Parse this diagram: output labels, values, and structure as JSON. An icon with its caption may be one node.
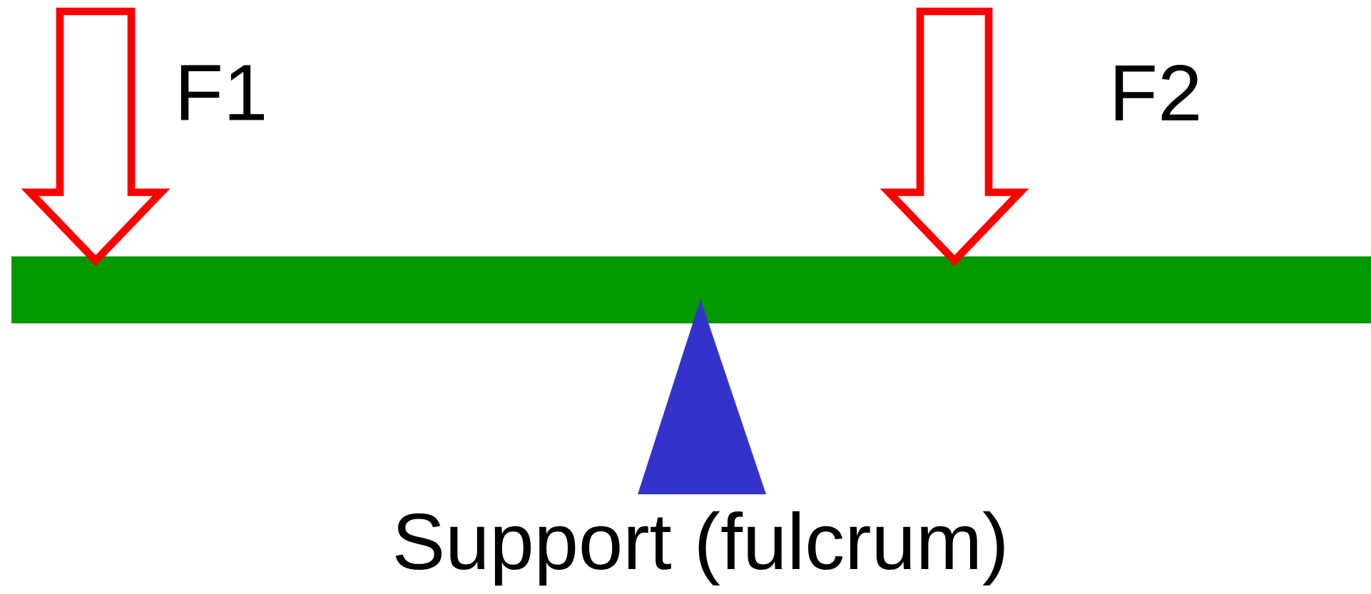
{
  "diagram": {
    "labels": [
      "F1",
      "F2",
      "Support (fulcrum)"
    ]
  }
}
